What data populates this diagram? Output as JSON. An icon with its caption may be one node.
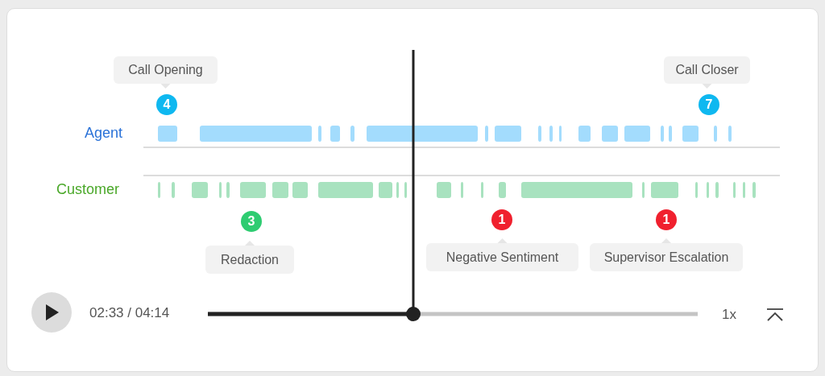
{
  "diagram": {
    "nodes": [
      {
        "text": [
          "Call Opening"
        ]
      },
      {
        "text": [
          "4"
        ]
      },
      {
        "text": [
          "Call Closer"
        ]
      },
      {
        "text": [
          "7"
        ]
      },
      {
        "text": [
          "3"
        ]
      },
      {
        "text": [
          "Redaction"
        ]
      },
      {
        "text": [
          "1"
        ]
      },
      {
        "text": [
          "Negative Sentiment"
        ]
      },
      {
        "text": [
          "1"
        ]
      },
      {
        "text": [
          "Supervisor Escalation"
        ]
      }
    ],
    "labels": [
      "Agent",
      "Customer",
      "02:33 / 04:14",
      "1x"
    ]
  }
}
